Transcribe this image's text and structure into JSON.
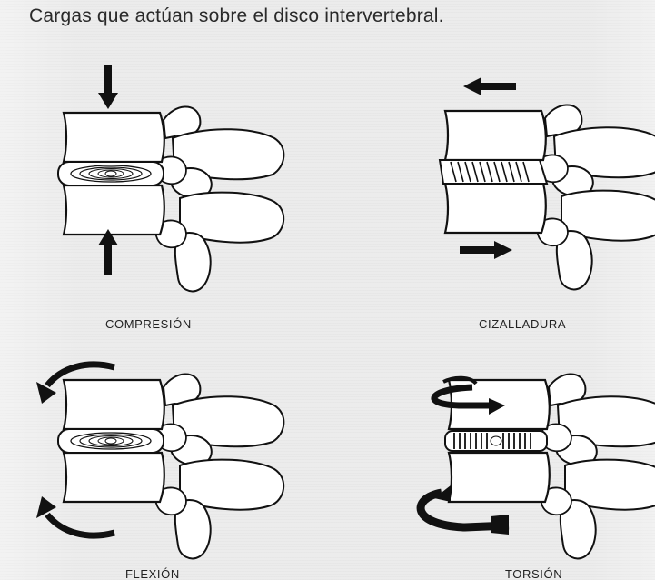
{
  "title": "Cargas que actúan sobre el disco intervertebral.",
  "panels": {
    "compression": {
      "label": "COMPRESIÓN"
    },
    "shear": {
      "label": "CIZALLADURA"
    },
    "flexion": {
      "label": "FLEXIÓN"
    },
    "torsion": {
      "label": "TORSIÓN"
    }
  }
}
